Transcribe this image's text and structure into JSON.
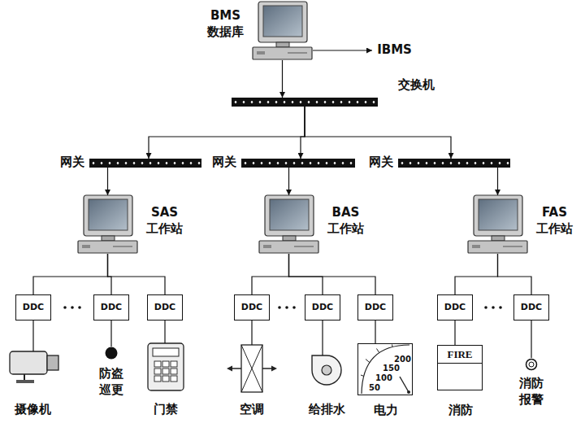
{
  "diagram": {
    "nodes": [
      {
        "text": [
          "BMS 数据库"
        ]
      },
      {
        "text": [
          "IBMS"
        ]
      },
      {
        "text": [
          "交换机"
        ]
      },
      {
        "text": [
          "网关"
        ]
      },
      {
        "text": [
          "网关"
        ]
      },
      {
        "text": [
          "网关"
        ]
      },
      {
        "text": [
          "SAS 工作站"
        ]
      },
      {
        "text": [
          "BAS 工作站"
        ]
      },
      {
        "text": [
          "FAS 工作站"
        ]
      },
      {
        "text": [
          "DDC"
        ]
      },
      {
        "text": [
          "DDC"
        ]
      },
      {
        "text": [
          "DDC"
        ]
      },
      {
        "text": [
          "DDC"
        ]
      },
      {
        "text": [
          "DDC"
        ]
      },
      {
        "text": [
          "DDC"
        ]
      },
      {
        "text": [
          "DDC"
        ]
      },
      {
        "text": [
          "DDC"
        ]
      },
      {
        "text": [
          "摄像机"
        ]
      },
      {
        "text": [
          "防盗 巡更"
        ]
      },
      {
        "text": [
          "门禁"
        ]
      },
      {
        "text": [
          "空调"
        ]
      },
      {
        "text": [
          "给排水"
        ]
      },
      {
        "text": [
          "电力"
        ]
      },
      {
        "text": [
          "FIRE",
          "消防"
        ]
      },
      {
        "text": [
          "消防 报警"
        ]
      }
    ],
    "edges": [
      {
        "from": 0,
        "to": 1,
        "arrow": "to"
      },
      {
        "from": 0,
        "to": 2,
        "arrow": "to"
      },
      {
        "from": 2,
        "to": 3,
        "arrow": "to"
      },
      {
        "from": 2,
        "to": 4,
        "arrow": "to"
      },
      {
        "from": 2,
        "to": 5,
        "arrow": "to"
      },
      {
        "from": 3,
        "to": 6,
        "arrow": "to"
      },
      {
        "from": 4,
        "to": 7,
        "arrow": "to"
      },
      {
        "from": 5,
        "to": 8,
        "arrow": "to"
      },
      {
        "from": 6,
        "to": 9,
        "arrow": "none"
      },
      {
        "from": 6,
        "to": 10,
        "arrow": "none"
      },
      {
        "from": 6,
        "to": 11,
        "arrow": "none"
      },
      {
        "from": 7,
        "to": 12,
        "arrow": "none"
      },
      {
        "from": 7,
        "to": 13,
        "arrow": "none"
      },
      {
        "from": 7,
        "to": 14,
        "arrow": "none"
      },
      {
        "from": 8,
        "to": 15,
        "arrow": "none"
      },
      {
        "from": 8,
        "to": 16,
        "arrow": "none"
      },
      {
        "from": 9,
        "to": 17,
        "arrow": "none"
      },
      {
        "from": 10,
        "to": 18,
        "arrow": "none"
      },
      {
        "from": 11,
        "to": 19,
        "arrow": "none"
      },
      {
        "from": 12,
        "to": 20,
        "arrow": "none"
      },
      {
        "from": 13,
        "to": 21,
        "arrow": "none"
      },
      {
        "from": 14,
        "to": 22,
        "arrow": "none"
      },
      {
        "from": 15,
        "to": 23,
        "arrow": "none"
      },
      {
        "from": 16,
        "to": 24,
        "arrow": "none"
      }
    ],
    "labels": [
      "200",
      "150",
      "100",
      "50"
    ]
  }
}
